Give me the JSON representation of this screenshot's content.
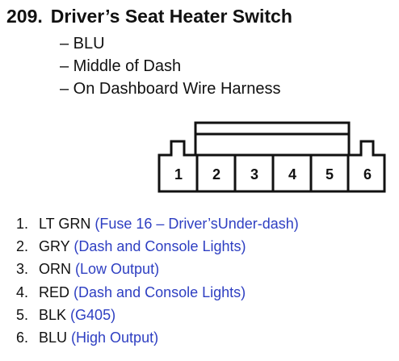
{
  "title": {
    "number": "209.",
    "text": "Driver’s Seat Heater Switch"
  },
  "details": [
    "– BLU",
    "– Middle of Dash",
    "– On Dashboard Wire Harness"
  ],
  "connector": {
    "pins": [
      "1",
      "2",
      "3",
      "4",
      "5",
      "6"
    ]
  },
  "wires": [
    {
      "index": "1.",
      "color": "LT GRN",
      "desc": "(Fuse 16 – Driver’sUnder-dash)"
    },
    {
      "index": "2.",
      "color": "GRY",
      "desc": "(Dash and Console Lights)"
    },
    {
      "index": "3.",
      "color": "ORN",
      "desc": "(Low Output)"
    },
    {
      "index": "4.",
      "color": "RED",
      "desc": "(Dash and Console Lights)"
    },
    {
      "index": "5.",
      "color": "BLK",
      "desc": "(G405)"
    },
    {
      "index": "6.",
      "color": "BLU",
      "desc": "(High Output)"
    }
  ],
  "colors": {
    "text": "#111111",
    "description": "#2e3fc2"
  }
}
